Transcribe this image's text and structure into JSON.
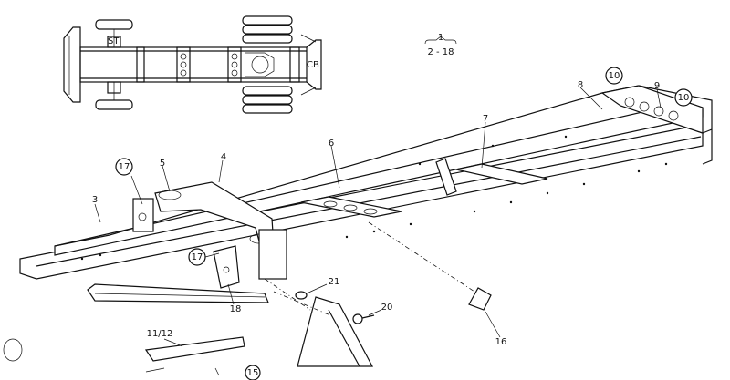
{
  "header_ref": {
    "top": "1",
    "range": "2 - 18"
  },
  "callouts": [
    {
      "text": "3",
      "circled": false
    },
    {
      "text": "4",
      "circled": false
    },
    {
      "text": "5",
      "circled": false
    },
    {
      "text": "6",
      "circled": false
    },
    {
      "text": "7",
      "circled": false
    },
    {
      "text": "8",
      "circled": false
    },
    {
      "text": "9",
      "circled": false
    },
    {
      "text": "10",
      "circled": true
    },
    {
      "text": "10",
      "circled": true
    },
    {
      "text": "17",
      "circled": true
    },
    {
      "text": "17",
      "circled": true
    },
    {
      "text": "18",
      "circled": false
    },
    {
      "text": "21",
      "circled": false
    },
    {
      "text": "20",
      "circled": false
    },
    {
      "text": "16",
      "circled": false
    },
    {
      "text": "11/12",
      "circled": false
    },
    {
      "text": "15",
      "circled": true
    }
  ]
}
